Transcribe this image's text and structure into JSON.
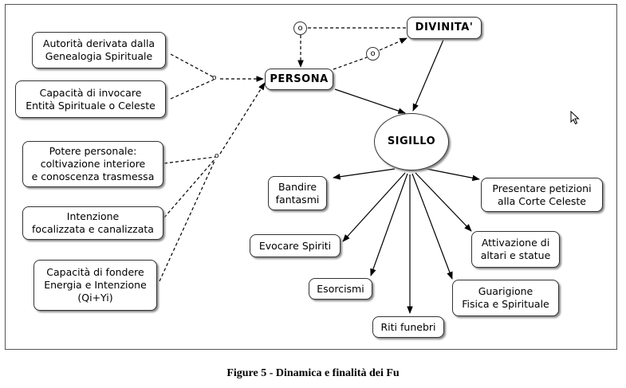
{
  "diagram": {
    "nodes": {
      "divinita": "DIVINITA'",
      "persona": "PERSONA",
      "sigillo": "SIGILLO",
      "autorita": "Autorità derivata dalla\nGenealogia Spirituale",
      "capacita_invocare": "Capacità di invocare\nEntità Spirituale o Celeste",
      "potere": "Potere personale:\ncoltivazione interiore\ne conoscenza trasmessa",
      "intenzione": "Intenzione\nfocalizzata e canalizzata",
      "capacita_fondere": "Capacità di fondere\nEnergia e Intenzione\n(Qi+Yi)",
      "bandire": "Bandire\nfantasmi",
      "evocare": "Evocare Spiriti",
      "esorcismi": "Esorcismi",
      "riti": "Riti funebri",
      "presentare": "Presentare petizioni\nalla Corte Celeste",
      "attivazione": "Attivazione di\naltari e statue",
      "guarigione": "Guarigione\nFisica e Spirituale"
    },
    "connectors": {
      "top_left": "o",
      "top_right": "o",
      "join_upper": "o",
      "join_lower": "o"
    }
  },
  "caption": "Figure 5 - Dinamica e finalità dei Fu"
}
